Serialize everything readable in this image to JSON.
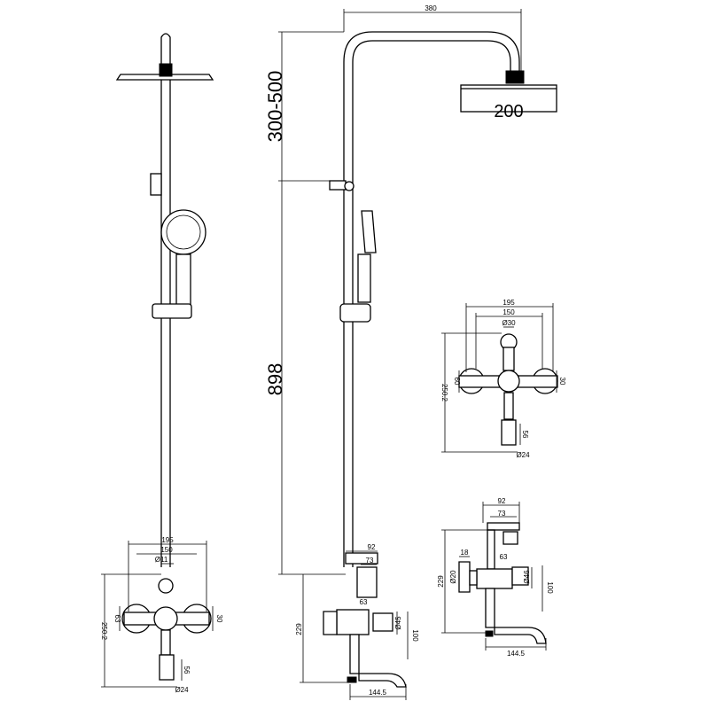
{
  "side_view": {
    "overall_width": "380",
    "head_diameter": "200",
    "arm_height_range": "300-500",
    "riser_length": "898",
    "mixer_width": "92",
    "mixer_body": "73",
    "mixer_depth": "63",
    "spout_diameter": "Ø45",
    "spout_height": "100",
    "inlet_height": "229",
    "spout_reach": "144.5"
  },
  "front_view": {
    "overall_width": "195",
    "centres": "150",
    "outlet_diameter": "Ø11",
    "body_diameter": "63",
    "total_height": "250.2",
    "handle_diameter": "30",
    "diverter_height": "56",
    "diverter_diameter": "Ø24"
  },
  "detail_front": {
    "overall_width": "195",
    "centres": "150",
    "outlet_diameter": "Ø30",
    "body_diameter": "60",
    "total_height": "250.2",
    "handle_diameter": "30",
    "diverter_height": "56",
    "diverter_diameter": "Ø24"
  },
  "detail_side": {
    "mixer_width": "92",
    "mixer_body": "73",
    "nut_width": "18",
    "body_depth": "63",
    "inlet_diameter": "Ø20",
    "spout_diameter": "Ø46",
    "spout_height": "100",
    "inlet_height": "229",
    "spout_reach": "144.5"
  }
}
